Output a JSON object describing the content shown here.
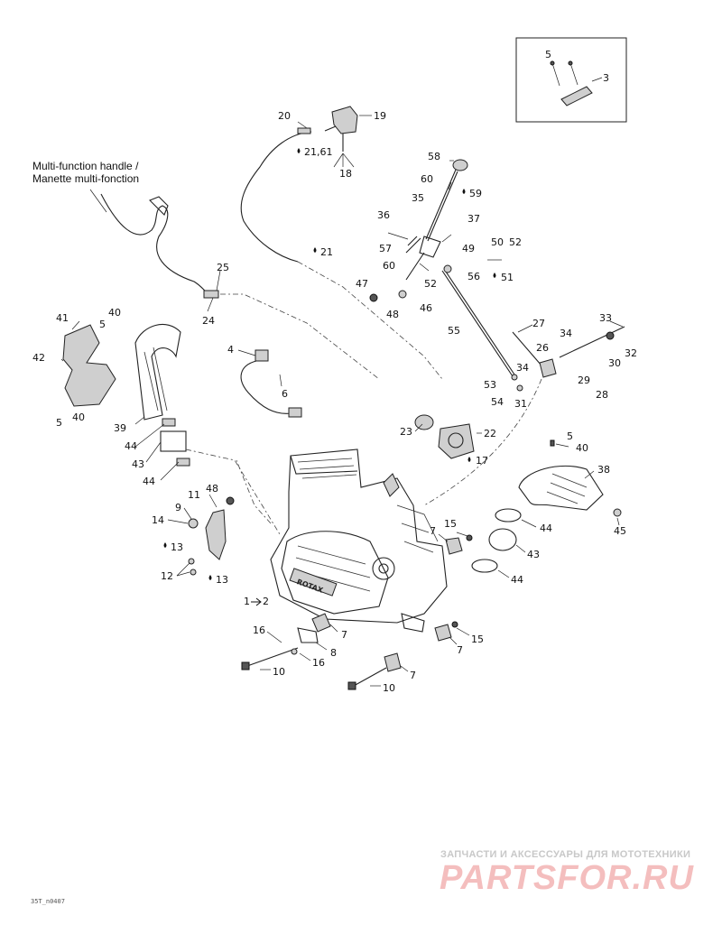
{
  "caption": {
    "line1": "Multi-function handle /",
    "line2": "Manette multi-fonction"
  },
  "watermark": {
    "tagline": "ЗАПЧАСТИ И АКСЕССУАРЫ ДЛЯ МОТОТЕХНИКИ",
    "logo": "PARTSFOR.RU"
  },
  "drawing_code": "35T_n0407",
  "engine_brand_plate": "ROTAX",
  "callouts": {
    "c3": "3",
    "c5a": "5",
    "c19": "19",
    "c20": "20",
    "c21_61": "21,61",
    "c18": "18",
    "c58": "58",
    "c60a": "60",
    "c59": "59",
    "c35": "35",
    "c36": "36",
    "c37": "37",
    "c57": "57",
    "c49": "49",
    "c50": "50",
    "c52a": "52",
    "c51": "51",
    "c60b": "60",
    "c52b": "52",
    "c56": "56",
    "c47": "47",
    "c48a": "48",
    "c46": "46",
    "c21": "21",
    "c25": "25",
    "c24": "24",
    "c41": "41",
    "c40a": "40",
    "c5b": "5",
    "c42": "42",
    "c5c": "5",
    "c40b": "40",
    "c39": "39",
    "c44a": "44",
    "c43a": "43",
    "c44b": "44",
    "c4": "4",
    "c6": "6",
    "c27": "27",
    "c33": "33",
    "c55": "55",
    "c34a": "34",
    "c26": "26",
    "c32": "32",
    "c30": "30",
    "c29": "29",
    "c34b": "34",
    "c53": "53",
    "c54": "54",
    "c31": "31",
    "c28": "28",
    "c23": "23",
    "c22": "22",
    "c17": "17",
    "c5d": "5",
    "c40c": "40",
    "c38": "38",
    "c45": "45",
    "c44c": "44",
    "c43b": "43",
    "c44d": "44",
    "c11": "11",
    "c48b": "48",
    "c9": "9",
    "c14": "14",
    "c13a": "13",
    "c12": "12",
    "c13b": "13",
    "c7a": "7",
    "c15a": "15",
    "c1": "1",
    "c2": "2",
    "c16a": "16",
    "c7b": "7",
    "c8": "8",
    "c16b": "16",
    "c10a": "10",
    "c7c": "7",
    "c15b": "15",
    "c7d": "7",
    "c10b": "10"
  }
}
